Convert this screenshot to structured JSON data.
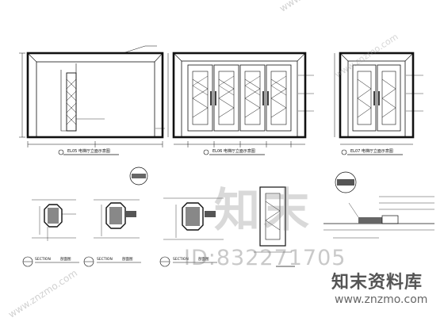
{
  "elevations": {
    "left_caption": "EL05  电梯厅立面示意图",
    "middle_caption": "EL06  电梯厅立面示意图",
    "right_caption": "EL07  电梯厅立面示意图"
  },
  "sections": {
    "a_label": "SECTION",
    "a_caption": "剖面图",
    "b_label": "SECTION",
    "b_caption": "剖面图",
    "c_label": "SECTION",
    "c_caption": "剖面图"
  },
  "watermark": {
    "logo": "知末",
    "id_text": "ID:832271705",
    "brand_cn": "知末资料库",
    "brand_url": "www.znzmo.com",
    "diag_url": "www.znzmo.com"
  }
}
